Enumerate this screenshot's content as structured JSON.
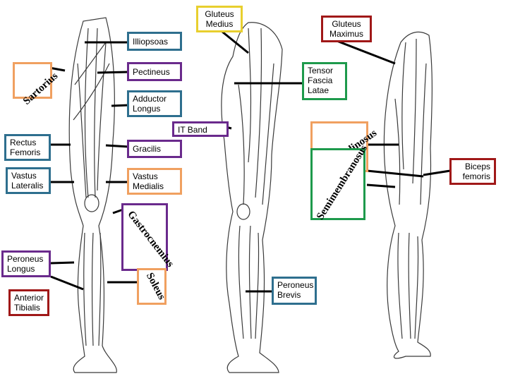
{
  "colors": {
    "blue": "#2e6f8e",
    "red": "#a01818",
    "green": "#1e9a4c",
    "purple": "#6a2a8c",
    "yellow": "#e8cf2e",
    "orange": "#f0a060",
    "line": "#000000",
    "sketch": "#3a3a3a"
  },
  "labels": {
    "gluteus_medius": "Gluteus\nMedius",
    "gluteus_maximus": "Gluteus\nMaximus",
    "illiopsoas": "Illiopsoas",
    "sartorius": "Sartorius",
    "pectineus": "Pectineus",
    "tensor_fascia_latae": "Tensor\nFascia\nLatae",
    "adductor_longus": "Adductor\nLongus",
    "it_band": "IT Band",
    "semitendinosus": "Semitendinosus",
    "rectus_femoris": "Rectus\nFemoris",
    "gracilis": "Gracilis",
    "biceps_femoris": "Biceps\nfemoris",
    "vastus_lateralis": "Vastus\nLateralis",
    "vastus_medialis": "Vastus\nMedialis",
    "semimembranosus": "Semimembranosus",
    "gastrocnemius": "Gastrocnemius",
    "peroneus_longus": "Peroneus\nLongus",
    "soleus": "Soleus",
    "anterior_tibialis": "Anterior\nTibialis",
    "peroneus_brevis": "Peroneus\nBrevis"
  }
}
